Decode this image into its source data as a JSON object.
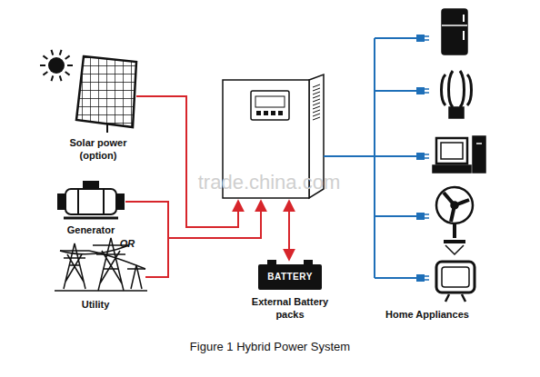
{
  "diagram": {
    "caption": "Figure 1 Hybrid Power System",
    "nodes": [
      {
        "text": [
          "Solar power (option)"
        ]
      },
      {
        "text": [
          "Generator"
        ]
      },
      {
        "text": [
          "Utility"
        ]
      },
      {
        "text": [
          "BATTERY",
          "External Battery packs"
        ]
      }
    ],
    "labels": [
      "OR",
      "trade.china.com",
      "Home Appliances"
    ]
  }
}
